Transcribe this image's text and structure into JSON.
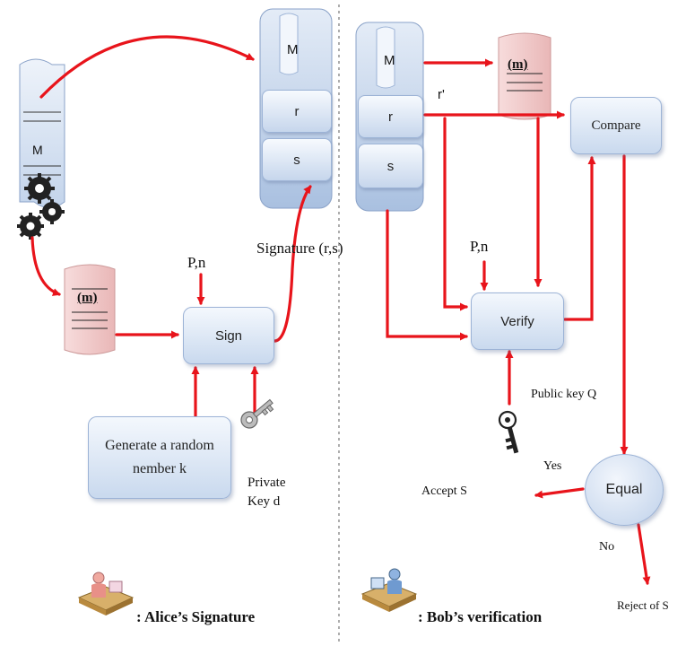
{
  "alice": {
    "doc_label": "M",
    "hash_label": "(m)",
    "p_n_label": "P,n",
    "sign_label": "Sign",
    "random_label": "Generate a random nember  k",
    "private_key_label": "Private Key d",
    "signature_label": "Signature (r,s)",
    "signature_stack": [
      "M",
      "r",
      "s"
    ],
    "title": ": Alice’s Signature"
  },
  "bob": {
    "stack": [
      "M",
      "r",
      "s"
    ],
    "hash_label": "(m)",
    "r_prime_label": "r'",
    "compare_label": "Compare",
    "p_n_label": "P,n",
    "verify_label": "Verify",
    "public_key_label": "Public key Q",
    "equal_label": "Equal",
    "yes_label": "Yes",
    "no_label": "No",
    "accept_label": "Accept  S",
    "reject_label": "Reject of S",
    "title": ": Bob’s verification"
  },
  "colors": {
    "arrow": "#e8141b",
    "box_border": "#9cb3d6",
    "box_fill": "#c9d9ee",
    "hash_fill": "#f0c8c8",
    "divider": "#777777"
  },
  "icons": [
    "gears-icon",
    "key-icon",
    "person-at-desk-icon"
  ]
}
